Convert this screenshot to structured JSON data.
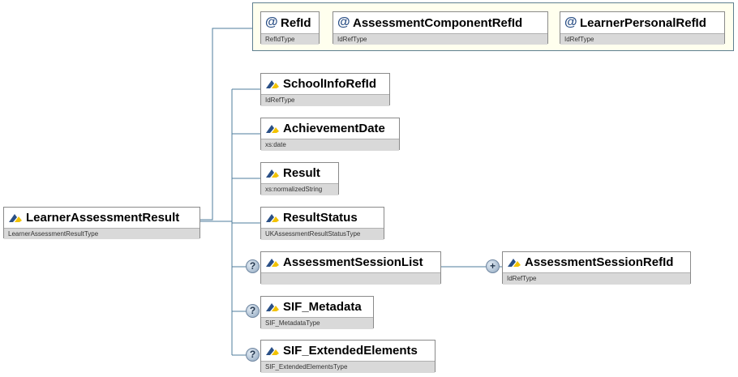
{
  "root": {
    "name": "LearnerAssessmentResult",
    "type": "LearnerAssessmentResultType"
  },
  "attributes": [
    {
      "name": "RefId",
      "type": "RefIdType"
    },
    {
      "name": "AssessmentComponentRefId",
      "type": "IdRefType"
    },
    {
      "name": "LearnerPersonalRefId",
      "type": "IdRefType"
    }
  ],
  "elements": [
    {
      "name": "SchoolInfoRefId",
      "type": "IdRefType",
      "optional": false
    },
    {
      "name": "AchievementDate",
      "type": "xs:date",
      "optional": false
    },
    {
      "name": "Result",
      "type": "xs:normalizedString",
      "optional": false
    },
    {
      "name": "ResultStatus",
      "type": "UKAssessmentResultStatusType",
      "optional": false
    },
    {
      "name": "AssessmentSessionList",
      "type": "",
      "optional": true
    },
    {
      "name": "SIF_Metadata",
      "type": "SIF_MetadataType",
      "optional": true
    },
    {
      "name": "SIF_ExtendedElements",
      "type": "SIF_ExtendedElementsType",
      "optional": true
    }
  ],
  "child": {
    "name": "AssessmentSessionRefId",
    "type": "IdRefType"
  },
  "badges": {
    "optional": "?",
    "expand": "+"
  },
  "icons": {
    "attribute": "@",
    "element": "element-icon"
  },
  "colors": {
    "wire": "#4f7e9c",
    "attr_bg": "#ffffee",
    "type_bar": "#d9d9d9",
    "icon_blue": "#2a4f86",
    "icon_yellow": "#f2c200"
  }
}
